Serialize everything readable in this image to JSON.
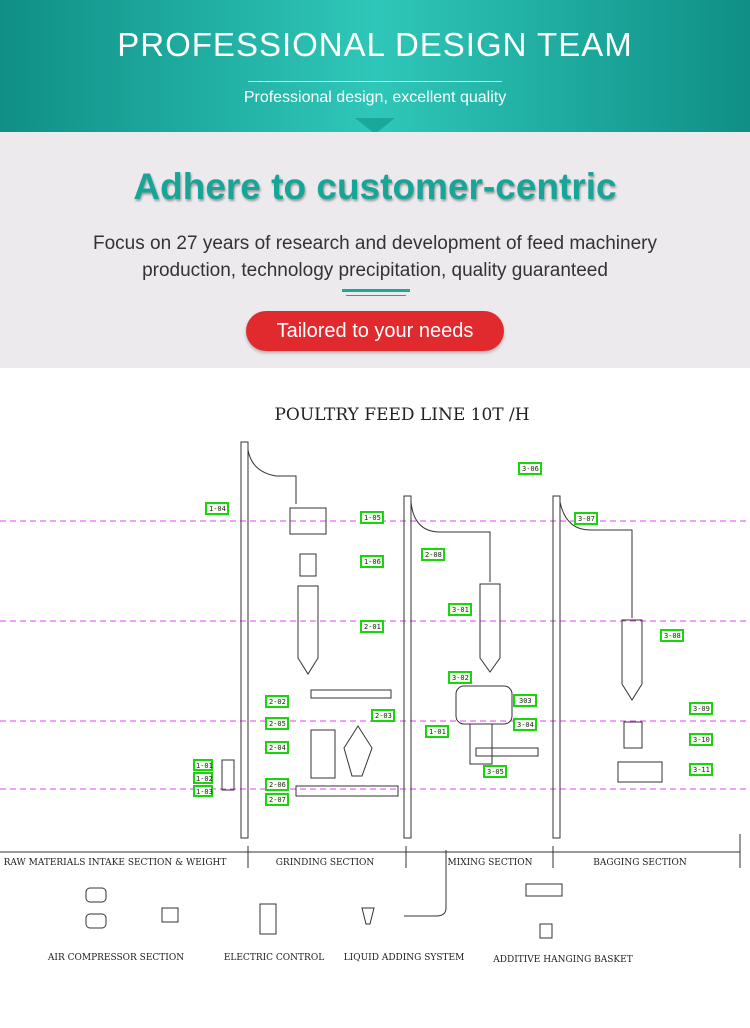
{
  "banner": {
    "title": "PROFESSIONAL DESIGN TEAM",
    "subtitle": "Professional design, excellent quality"
  },
  "intro": {
    "headline": "Adhere to customer-centric",
    "description_line1": "Focus on 27 years of research and development of feed machinery",
    "description_line2": "production, technology precipitation, quality guaranteed",
    "button_label": "Tailored to your needs"
  },
  "diagram": {
    "title": "POULTRY FEED LINE 10T /H",
    "sections": [
      "RAW MATERIALS INTAKE SECTION & WEIGHT",
      "GRINDING SECTION",
      "MIXING SECTION",
      "BAGGING SECTION"
    ],
    "auxiliaries": [
      "AIR COMPRESSOR SECTION",
      "ELECTRIC CONTROL",
      "LIQUID ADDING SYSTEM",
      "ADDITIVE HANGING BASKET"
    ],
    "tags": [
      "1-04",
      "1-05",
      "1-06",
      "2-01",
      "2-02",
      "2-05",
      "2-04",
      "2-06",
      "2-07",
      "2-03",
      "1-01",
      "1-02",
      "1-03",
      "2-08",
      "3-01",
      "3-02",
      "303",
      "3-04",
      "1-01",
      "3-05",
      "3-06",
      "3-07",
      "3-08",
      "3-09",
      "3-10",
      "3-11"
    ],
    "colors": {
      "level_line": "#e040f0",
      "tag_border": "#19d40f",
      "accent": "#1aa89b",
      "button": "#e02a2e"
    }
  }
}
